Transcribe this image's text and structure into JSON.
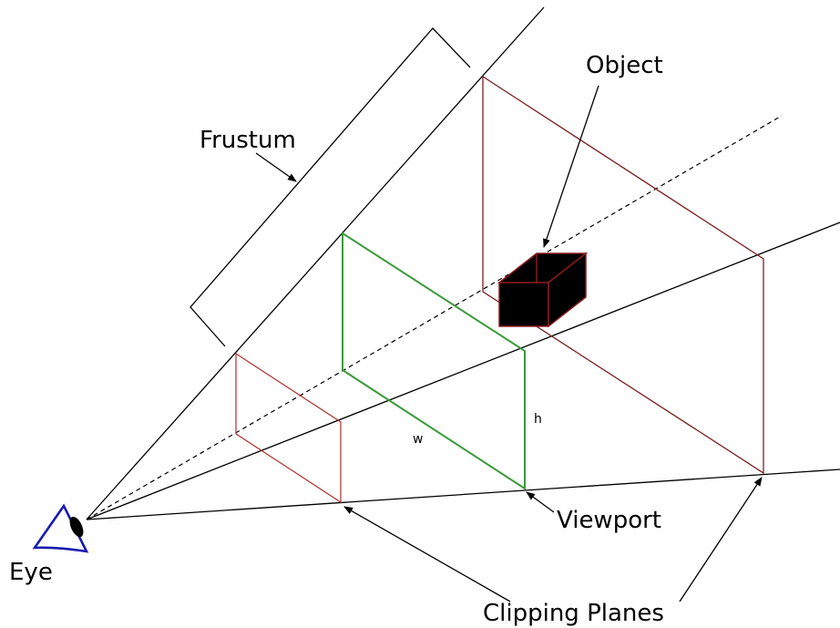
{
  "labels": {
    "frustum": "Frustum",
    "object": "Object",
    "viewport": "Viewport",
    "eye": "Eye",
    "clipping_planes": "Clipping Planes",
    "width": "w",
    "height": "h"
  },
  "colors": {
    "line": "#000000",
    "clipping_plane": "#7a1f1f",
    "near_plane": "#b03030",
    "viewport": "#3a9a3a",
    "eye": "#1a1ab0",
    "object_fill": "#000000",
    "object_edge": "#8b1a1a"
  }
}
